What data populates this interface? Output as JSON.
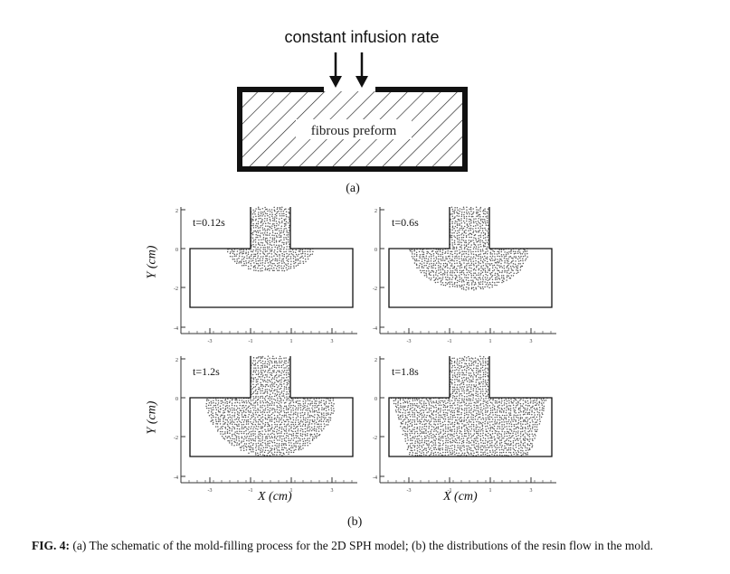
{
  "schematic": {
    "inlet_label": "constant infusion rate",
    "preform_label": "fibrous preform",
    "sublabel": "(a)"
  },
  "panels": [
    {
      "time_label": "t=0.12s",
      "fill": "small"
    },
    {
      "time_label": "t=0.6s",
      "fill": "medium"
    },
    {
      "time_label": "t=1.2s",
      "fill": "large"
    },
    {
      "time_label": "t=1.8s",
      "fill": "full"
    }
  ],
  "axes": {
    "ylabel": "Y (cm)",
    "xlabel": "X (cm)",
    "y_ticks": [
      "2",
      "0",
      "-2",
      "-4"
    ],
    "x_ticks": [
      "-3",
      "-1",
      "1",
      "3"
    ]
  },
  "sublabel_b": "(b)",
  "caption": {
    "lead": "FIG. 4:",
    "text": " (a) The schematic of the mold-filling process for the 2D SPH model; (b) the distributions of the resin flow in the mold."
  }
}
